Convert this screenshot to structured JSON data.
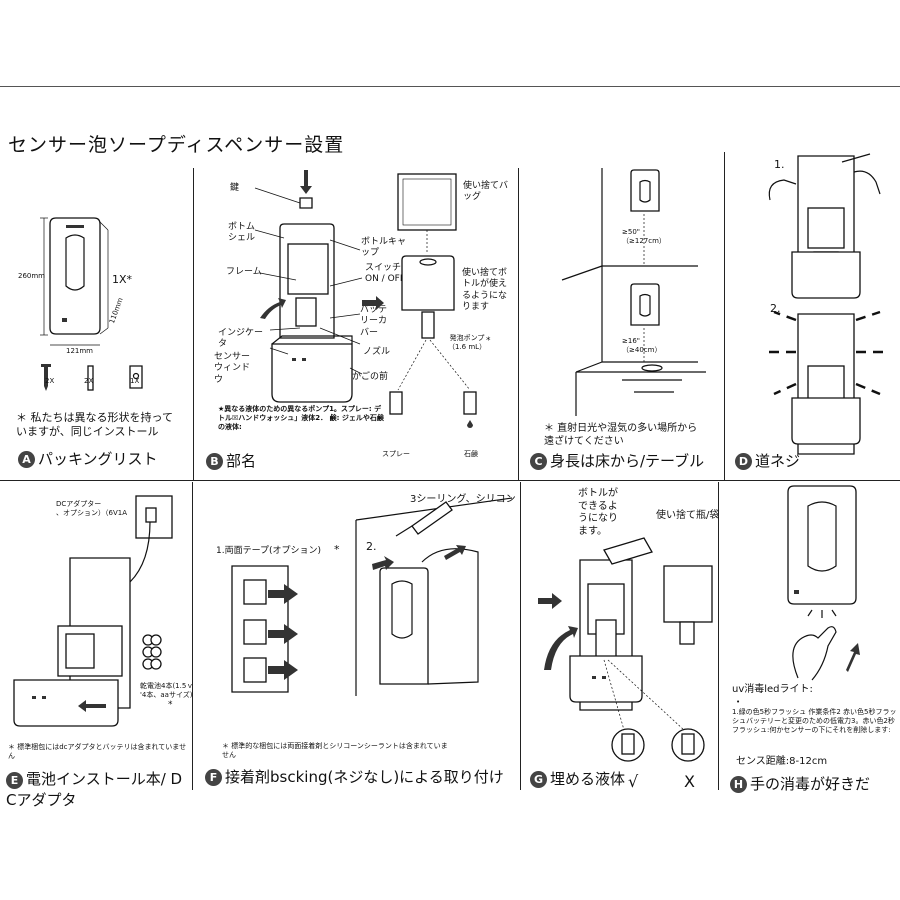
{
  "title": "センサー泡ソープディスペンサー設置",
  "panels": {
    "a": {
      "letter": "A",
      "caption": "パッキングリスト",
      "height": "260mm",
      "width": "121mm",
      "depth": "110mm",
      "qty_main": "1X*",
      "qty_screw": "2X",
      "qty_anchor": "2X",
      "qty_key": "1X",
      "note": "＊ 私たちは異なる形状を持って\nいますが、同じインストール"
    },
    "b": {
      "letter": "B",
      "caption": "部名",
      "key": "鍵",
      "bottom_shell": "ボトム\nシェル",
      "frame": "フレーム",
      "indicator": "インジケー\nタ",
      "sensor_window": "センサー\nウィンド\nウ",
      "bottle_cap": "ボトルキャ\nップ",
      "switch": "スイッチ(\nON / OFF)",
      "battery_cover": "バッテ\nリーカ\nバー",
      "nozzle": "ノズル",
      "before_basket": "かごの前",
      "note": "★異なる液体のための異なるポンプ1。スプレー: デトル☒ハンドウォッシュ」液体2．\n鹸: ジェルや石鹸の液体:"
    },
    "b2": {
      "disposable_bag": "使い捨てバ\nッグ",
      "disposable_bottle": "使い捨てボ\nトルが使え\nるようにな\nります",
      "foam_pump": "発泡ポンプ\n（1.6 mL）",
      "star": "*",
      "spray": "スプレー",
      "soap": "石鹸"
    },
    "c": {
      "letter": "C",
      "caption": "身長は床から/テーブル",
      "h1": "≥50\"\n（≥127cm）",
      "h2": "≥16\"\n（≥40cm）",
      "note": "＊ 直射日光や湿気の多い場所から\n遠ざけてください"
    },
    "d": {
      "letter": "D",
      "caption": "道ネジ",
      "step1": "1.",
      "step2": "2."
    },
    "e": {
      "letter": "E",
      "caption": "電池インストール本/ D\nCアダプタ",
      "dc_adapter": "DCアダプター\n、オプション）（6V1A",
      "dry_battery": "乾電池4本(1.5ｖ\n'4本、aaサイズ)",
      "star": "*",
      "note": "＊ 標準梱包にはdcアダプタとバッテリは含まれていませ\nん"
    },
    "f": {
      "letter": "F",
      "caption": "接着剤bscking(ネジなし)による取り付け",
      "tape": "1.両面テープ(オプション)",
      "star": "*",
      "step2": "2.",
      "silicone": "3シーリング、シリコン",
      "note": "＊ 標準的な梱包には両面接着剤とシリコーンシーラントは含まれていま\nせん"
    },
    "g": {
      "letter": "G",
      "caption": "埋める液体",
      "bottle": "ボトルが\nできるよ\nうになり\nます。",
      "bag": "使い捨て瓶/袋",
      "ok": "√",
      "ng": "X"
    },
    "h": {
      "letter": "H",
      "caption": "手の消毒が好きだ",
      "uv": "uv消毒ledライト:",
      "bullet": "•",
      "desc": "1.緑の色5秒フラッシュ 作業条件2 赤い色5秒フラッ\nシュバッテリーと変更のための低電力3。赤い色2秒\nフラッシュ:何かセンサーの下にそれを削除します:",
      "range": "センス距離:8-12cm"
    }
  }
}
